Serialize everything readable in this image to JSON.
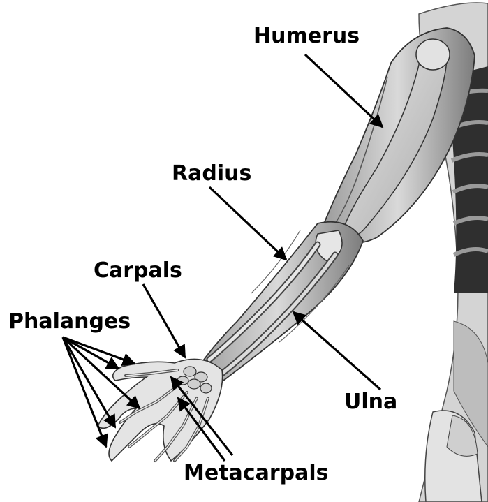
{
  "labels": {
    "humerus": "Humerus",
    "radius": "Radius",
    "carpals": "Carpals",
    "phalanges": "Phalanges",
    "ulna": "Ulna",
    "metacarpals": "Metacarpals"
  },
  "colors": {
    "background": "#ffffff",
    "ink": "#000000",
    "illustration_dark": "#2b2b2b",
    "illustration_mid": "#8a8a8a",
    "illustration_light": "#d6d6d6"
  }
}
